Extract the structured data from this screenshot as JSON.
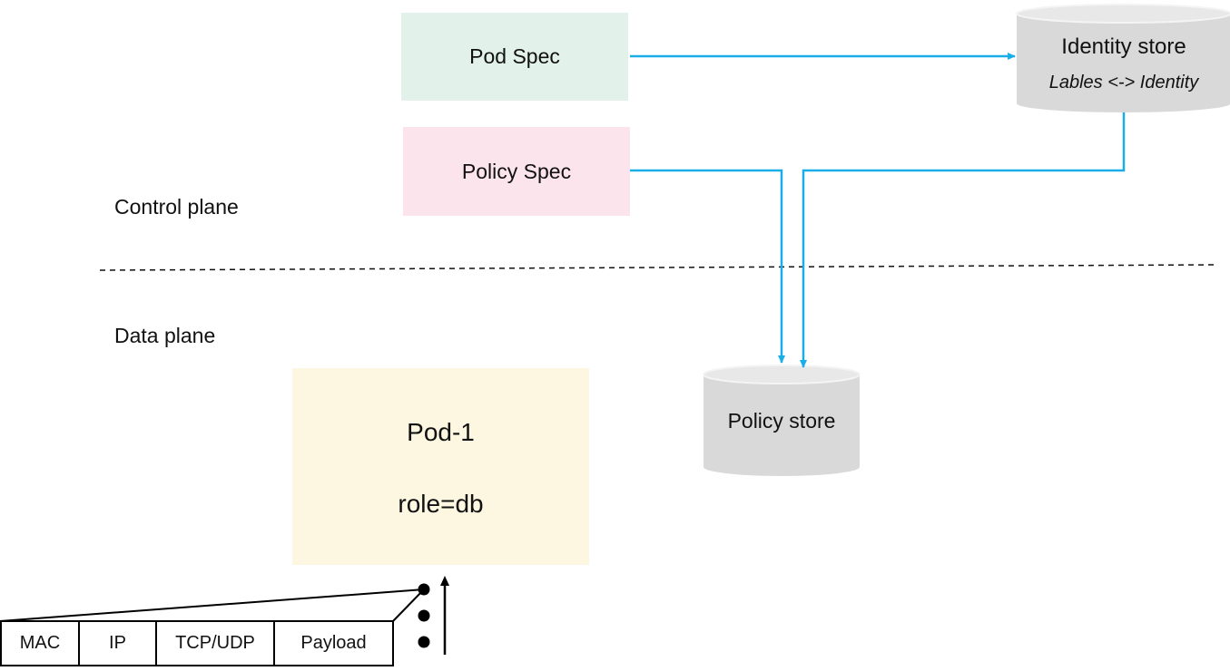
{
  "colors": {
    "pod_spec_fill": "#e2f1ea",
    "policy_spec_fill": "#fbe4ec",
    "pod_fill": "#fdf6e0",
    "cylinder_fill": "#d9d9d9",
    "arrow_color": "#1aaee8"
  },
  "labels": {
    "control_plane": "Control plane",
    "data_plane": "Data plane"
  },
  "boxes": {
    "pod_spec": "Pod Spec",
    "policy_spec": "Policy Spec"
  },
  "identity_store": {
    "title": "Identity store",
    "subtitle": "Lables <-> Identity"
  },
  "policy_store": {
    "title": "Policy store"
  },
  "pod": {
    "name": "Pod-1",
    "label": "role=db"
  },
  "packet": {
    "fields": [
      "MAC",
      "IP",
      "TCP/UDP",
      "Payload"
    ]
  }
}
